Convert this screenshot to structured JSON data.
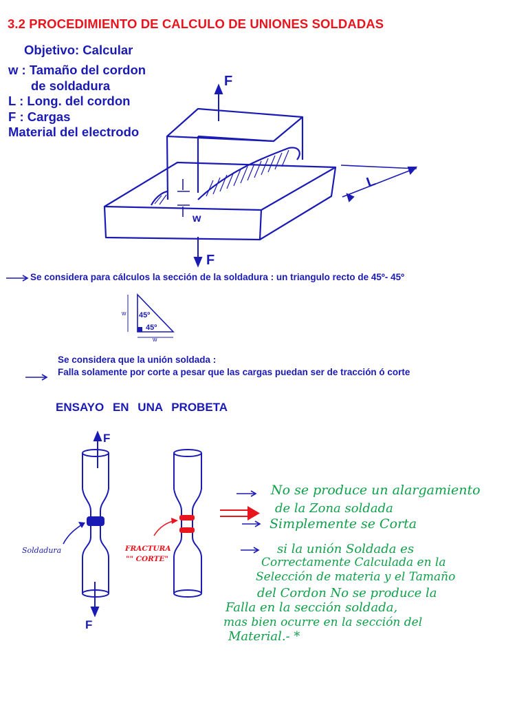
{
  "title": "3.2 PROCEDIMIENTO DE CALCULO DE UNIONES SOLDADAS",
  "objective": "Objetivo: Calcular",
  "items": {
    "w": "w : Tamaño del cordon",
    "w_cont": "de soldadura",
    "L": "L : Long. del cordon",
    "F": "F : Cargas",
    "mat": "Material del electrodo"
  },
  "diagram_labels": {
    "force": "F",
    "length": "L",
    "size": "w"
  },
  "note1": "Se considera para cálculos   la  sección de la soldadura : un triangulo recto de 45º- 45º",
  "triangle": {
    "angle_top": "45º",
    "angle_bottom": "45º",
    "leg_left": "w",
    "leg_bottom": "w"
  },
  "note2_line1": "Se considera que la unión  soldada :",
  "note2_line2": "Falla solamente por corte a pesar  que las cargas  puedan ser de tracción ó corte",
  "ensayo_title": "ENSAYO   EN UNA   PROBETA",
  "specimen": {
    "force_top": "F",
    "force_bottom": "F",
    "weld_label": "Soldadura",
    "fracture_label_1": "FRACTURA",
    "fracture_label_2": "\"\" CORTE\""
  },
  "handwritten": [
    "No se produce un alargamiento",
    "de la Zona soldada",
    "Simplemente se Corta",
    "si la unión Soldada es",
    "Correctamente Calculada en la",
    "Selección de materia y el Tamaño",
    "del Cordon No se produce la",
    "Falla en la sección soldada,",
    "mas bien ocurre en la sección del",
    "Material.- *"
  ],
  "colors": {
    "red": "#e8141e",
    "blue": "#1a1ab4",
    "green": "#10a04a"
  }
}
